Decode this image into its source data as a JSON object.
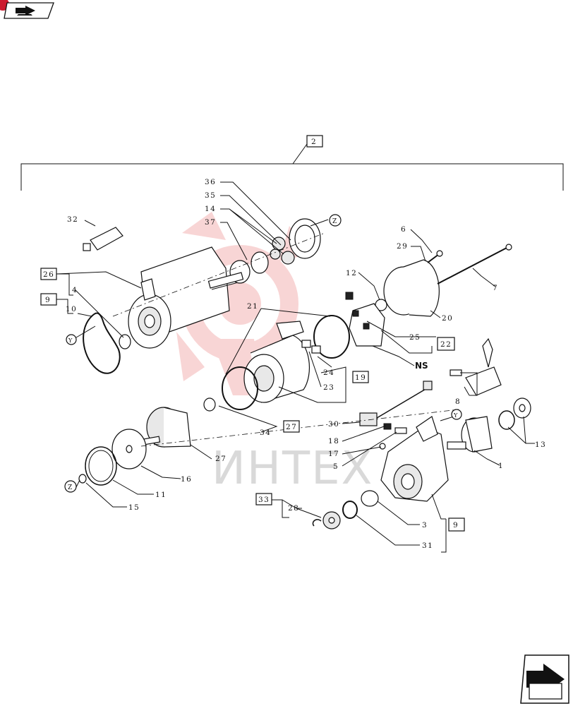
{
  "watermark": {
    "text": "ИНТЕХ",
    "logo_color": "#f3b3b3",
    "text_color": "#d9d9d9"
  },
  "nav": {
    "top_left_icon": "book-arrow-icon",
    "bottom_right_icon": "next-page-arrow-icon",
    "badge_color": "#cc1a2e"
  },
  "assembly_label": "2",
  "callouts": {
    "c36": "36",
    "c35": "35",
    "c14": "14",
    "c37": "37",
    "c32": "32",
    "c26": "26",
    "c4": "4",
    "c9a": "9",
    "c10": "10",
    "cY1": "Y",
    "cZ1": "Z",
    "c6": "6",
    "c29": "29",
    "c7": "7",
    "c12": "12",
    "c20": "20",
    "c25": "25",
    "c22": "22",
    "cNS": "NS",
    "c21": "21",
    "c24": "24",
    "c23": "23",
    "c19": "19",
    "c8": "8",
    "cY2": "Y",
    "c30": "30",
    "c18": "18",
    "c17": "17",
    "c5": "5",
    "c13": "13",
    "c1": "1",
    "c34": "34",
    "c27a": "27",
    "c27b": "27",
    "c16": "16",
    "c11": "11",
    "cZ2": "Z",
    "c15": "15",
    "c33": "33",
    "c28": "28",
    "c3": "3",
    "c9b": "9",
    "c31": "31"
  }
}
